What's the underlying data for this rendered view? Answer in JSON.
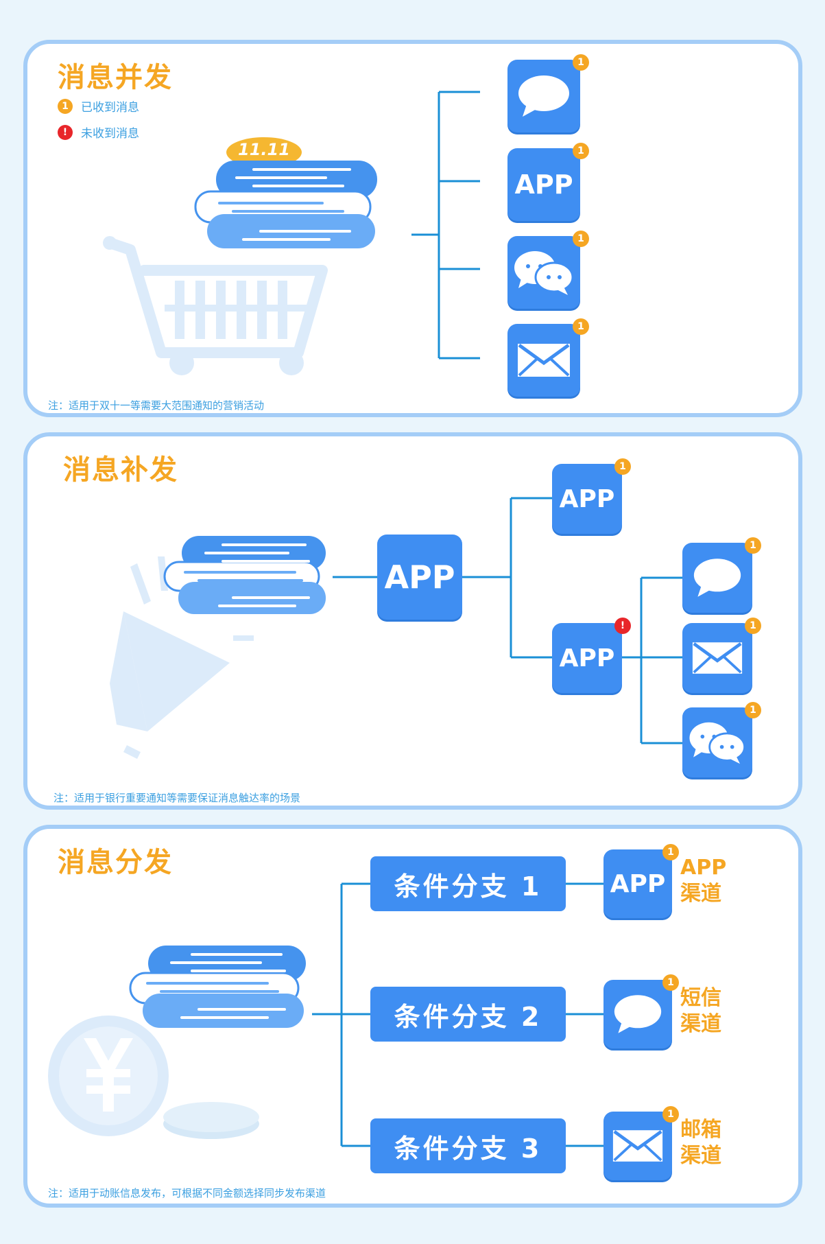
{
  "panel1": {
    "title": "消息并发",
    "legend_received": "已收到消息",
    "legend_not_received": "未收到消息",
    "legend_received_mark": "1",
    "legend_not_received_mark": "!",
    "event_tag": "11.11",
    "channels": [
      {
        "icon": "chat-bubble-icon",
        "badge": "1"
      },
      {
        "label": "APP",
        "badge": "1"
      },
      {
        "icon": "wechat-icon",
        "badge": "1"
      },
      {
        "icon": "mail-icon",
        "badge": "1"
      }
    ],
    "note": "注：适用于双十一等需要大范围通知的营销活动"
  },
  "panel2": {
    "title": "消息补发",
    "source_app": "APP",
    "app_success": {
      "label": "APP",
      "badge": "1"
    },
    "app_failed": {
      "label": "APP",
      "badge": "!"
    },
    "fallback": [
      {
        "icon": "chat-bubble-icon",
        "badge": "1"
      },
      {
        "icon": "mail-icon",
        "badge": "1"
      },
      {
        "icon": "wechat-icon",
        "badge": "1"
      }
    ],
    "note": "注：适用于银行重要通知等需要保证消息触达率的场景"
  },
  "panel3": {
    "title": "消息分发",
    "branches": [
      {
        "label": "条件分支 1",
        "channel_text": "APP",
        "badge": "1",
        "channel_label_1": "APP",
        "channel_label_2": "渠道"
      },
      {
        "label": "条件分支 2",
        "icon": "chat-bubble-icon",
        "badge": "1",
        "channel_label_1": "短信",
        "channel_label_2": "渠道"
      },
      {
        "label": "条件分支 3",
        "icon": "mail-icon",
        "badge": "1",
        "channel_label_1": "邮箱",
        "channel_label_2": "渠道"
      }
    ],
    "note": "注：适用于动账信息发布，可根据不同金额选择同步发布渠道"
  },
  "colors": {
    "accent_orange": "#F5A623",
    "primary_blue": "#3F8EF2",
    "line_blue": "#1A8FD6",
    "error_red": "#E8262A",
    "panel_border": "#A4CDF7"
  }
}
